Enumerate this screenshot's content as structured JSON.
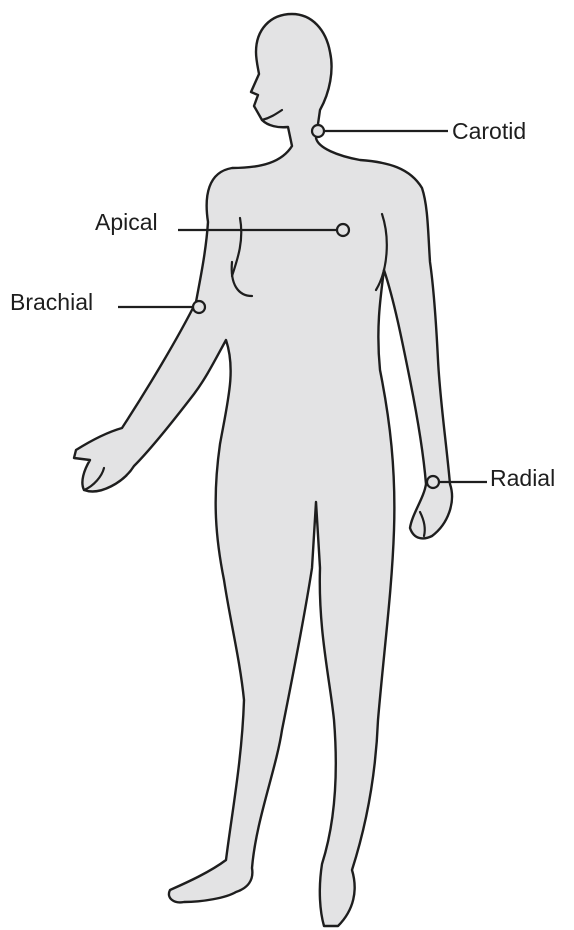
{
  "colors": {
    "body_fill": "#e3e3e4",
    "outline": "#1e1e1e",
    "background": "#ffffff"
  },
  "pulse_points": [
    {
      "id": "carotid",
      "label": "Carotid"
    },
    {
      "id": "apical",
      "label": "Apical"
    },
    {
      "id": "brachial",
      "label": "Brachial"
    },
    {
      "id": "radial",
      "label": "Radial"
    }
  ]
}
